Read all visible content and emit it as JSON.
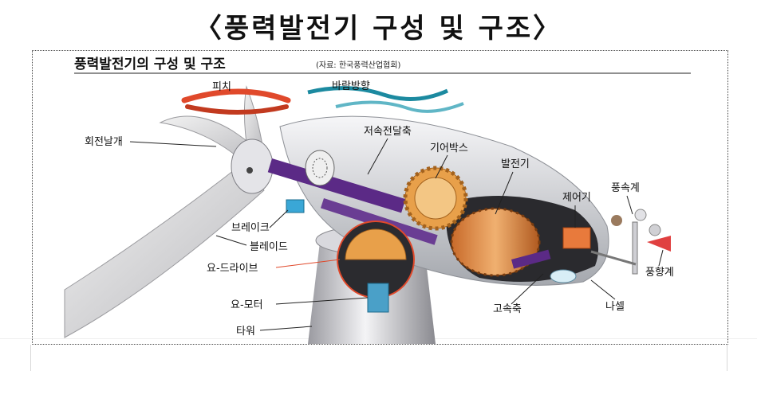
{
  "page": {
    "title": "〈풍력발전기 구성 및 구조〉"
  },
  "diagram": {
    "heading": "풍력발전기의 구성 및 구조",
    "source": "(자료: 한국풍력산업협회)",
    "labels": {
      "pitch": "피치",
      "wind_direction": "바람방향",
      "rotor_blade": "회전날개",
      "low_speed_shaft": "저속전달축",
      "gearbox": "기어박스",
      "generator": "발전기",
      "controller": "제어기",
      "anemometer": "풍속계",
      "brake": "브레이크",
      "blade": "블레이드",
      "yaw_drive": "요-드라이브",
      "yaw_motor": "요-모터",
      "tower": "타워",
      "high_speed_shaft": "고속축",
      "nacelle": "나셀",
      "wind_vane": "풍향계"
    }
  },
  "colors": {
    "accent_red": "#e0492b",
    "shaft_purple": "#5b2a86",
    "gear_orange": "#e8a04a",
    "wind_teal": "#1c8aa0"
  }
}
